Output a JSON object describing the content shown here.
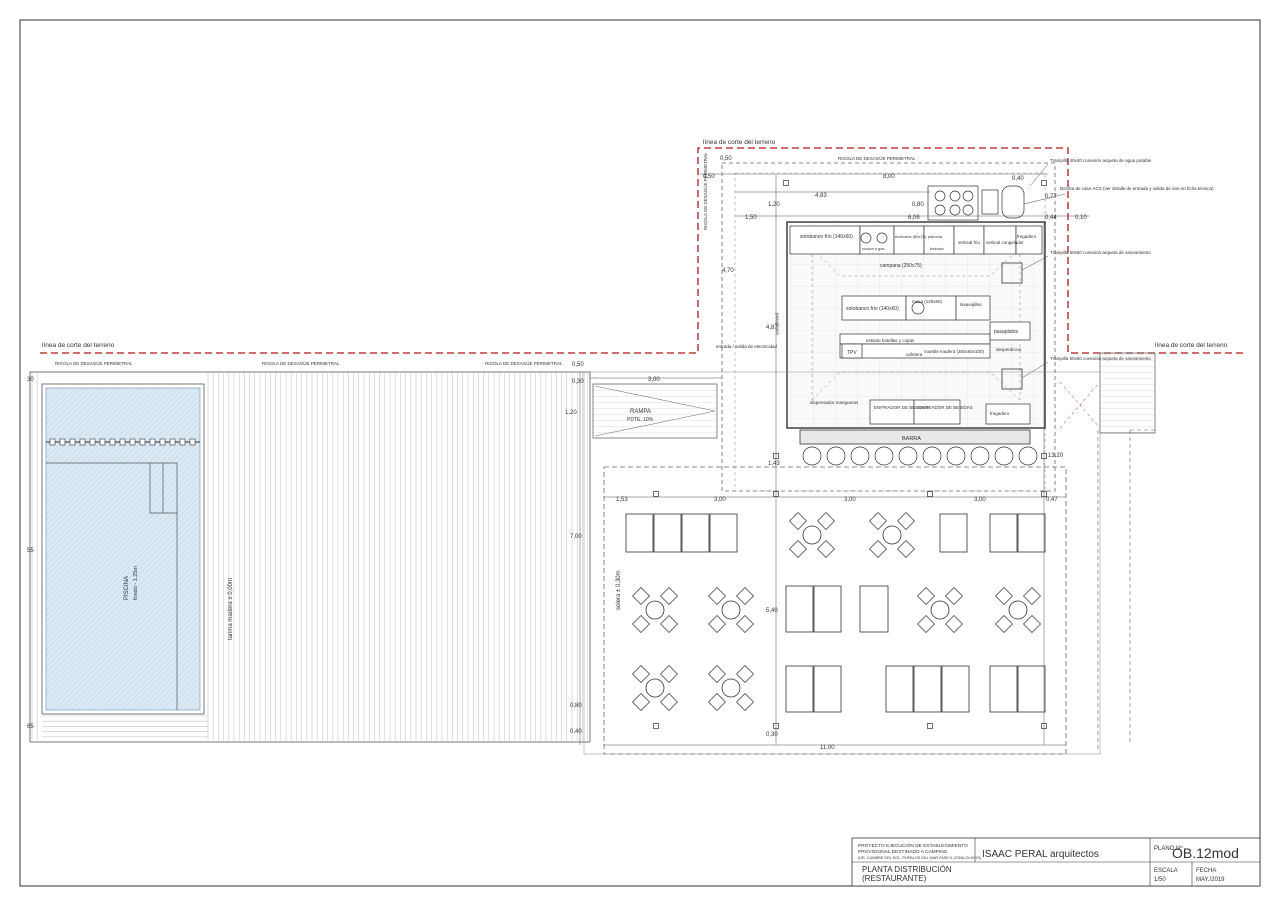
{
  "terrain": {
    "cut_line_label_left": "línea de corte del terreno",
    "cut_line_label_top": "línea de corte del terreno",
    "cut_line_label_right": "línea de corte del terreno",
    "drain_label": "RIGOLA DE DESAGÜE PERIMETRAL"
  },
  "pool": {
    "label": "PISCINA",
    "depth": "fondo - 1,25m",
    "dim_top": "30",
    "dim_side": "55",
    "dim_bottom": "65"
  },
  "deck": {
    "label": "tarima madera ± 0,00m"
  },
  "ramp": {
    "label": "RAMPA",
    "slope": "PDTE. 10%"
  },
  "terrace": {
    "label": "solera ± 0,30m"
  },
  "kitchen": {
    "labels": [
      "sotobanco frío (140x60)",
      "cocina a gas",
      "encimera (80x70)",
      "plancha",
      "freidora",
      "vertical frío",
      "vertical congelador",
      "fregadero",
      "campana (250x75)",
      "sotobanco frío (140x60)",
      "mesa (120x60)",
      "lavavajillas",
      "estante botellas y copas",
      "mueble madera (350x60x100)",
      "TPV",
      "cafetera",
      "pasaplatos",
      "desperdicios",
      "ENFRIADOR DE BEBIDAS",
      "ENFRIADOR DE BEBIDAS",
      "fregadero",
      "BARRA",
      "pasaplatos"
    ]
  },
  "notes": {
    "n1": "Trampilla 40x40 conexión arqueta de agua potable",
    "n2": "Bomba de calor ACS (ver detalle de entrada y salida de aire en ficha técnica)",
    "n3": "Trampilla 50x50 conexión arqueta de saneamiento",
    "n4": "Trampilla 50x50 conexión arqueta de saneamiento",
    "n5": "entrada / salida de electricidad",
    "n6": "dispensador mangueras"
  },
  "dimensions": {
    "d_0_50_a": "0,50",
    "d_0_50_b": "0,50",
    "d_8_00": "8,00",
    "d_0_40_a": "0,40",
    "d_4_83": "4,83",
    "d_0_77": "0,77",
    "d_1_20_a": "1,20",
    "d_0_80_a": "0,80",
    "d_1_50": "1,50",
    "d_6_06": "6,06",
    "d_0_44": "0,44",
    "d_0_10": "0,10",
    "d_4_70": "4,70",
    "d_4_87": "4,87",
    "d_0_50_c": "0,50",
    "d_0_30_a": "0,30",
    "d_3_00_a": "3,00",
    "d_1_20_b": "1,20",
    "d_1_43": "1,43",
    "d_13_20": "13,20",
    "d_1_53": "1,53",
    "d_3_00_b": "3,00",
    "d_3_00_c": "3,00",
    "d_3_00_d": "3,00",
    "d_0_47": "0,47",
    "d_7_00": "7,00",
    "d_5_40": "5,40",
    "d_0_80_b": "0,80",
    "d_0_40_b": "0,40",
    "d_0_30_b": "0,30",
    "d_11_00": "11,00"
  },
  "title_block": {
    "project_line1": "PROYECTO EJECUCIÓN DE ESTABLECIMIENTO",
    "project_line2": "PROVISIONAL DESTINADO A CAMPING",
    "project_line3": "(UR. CUMBRE DEL SOL, PUEBLOS DEL MAR FASE II, ZONA OLIVOS)",
    "architect": "ISAAC PERAL arquitectos",
    "plan_label": "PLANO Nº",
    "plan_number": "OB.12mod",
    "drawing_title_1": "PLANTA DISTRIBUCIÓN",
    "drawing_title_2": "(RESTAURANTE)",
    "scale_label": "ESCALA",
    "scale_value": "1/50",
    "date_label": "FECHA",
    "date_value": "MAY./2019"
  }
}
